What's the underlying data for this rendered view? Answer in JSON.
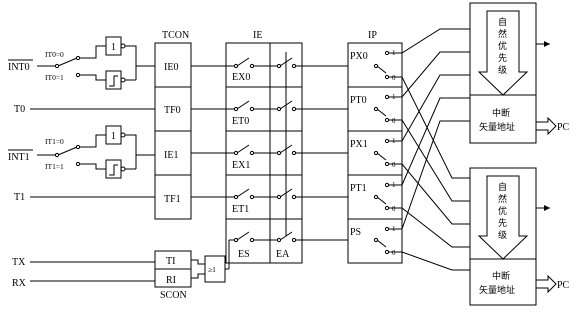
{
  "headers": {
    "tcon": "TCON",
    "ie": "IE",
    "ip": "IP",
    "scon": "SCON"
  },
  "inputs": {
    "int0": "INT0",
    "t0": "T0",
    "int1": "INT1",
    "t1": "T1",
    "tx": "TX",
    "rx": "RX"
  },
  "it_options": {
    "it0_0": "IT0=0",
    "it0_1": "IT0=1",
    "it1_0": "IT1=0",
    "it1_1": "IT1=1"
  },
  "gate_labels": {
    "one": "1",
    "or": "≥1"
  },
  "tcon_flags": [
    "IE0",
    "TF0",
    "IE1",
    "TF1"
  ],
  "scon_flags": [
    "TI",
    "RI"
  ],
  "ie_bits": [
    "EX0",
    "ET0",
    "EX1",
    "ET1",
    "ES"
  ],
  "ie_master": "EA",
  "ip_bits": [
    "PX0",
    "PT0",
    "PX1",
    "PT1",
    "PS"
  ],
  "switch_positions": {
    "one": "1",
    "zero": "0"
  },
  "priority_query": [
    "自",
    "然",
    "优",
    "先",
    "级"
  ],
  "vector_label": [
    "中断",
    "矢量地址"
  ],
  "output_pc": "PC"
}
